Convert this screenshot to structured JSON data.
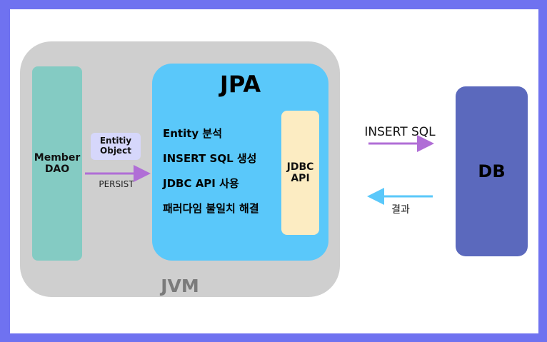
{
  "jvm": {
    "label": "JVM"
  },
  "member_dao": {
    "label_line1": "Member",
    "label_line2": "DAO"
  },
  "entity_object": {
    "label_line1": "Entitiy",
    "label_line2": "Object"
  },
  "persist": {
    "label": "PERSIST"
  },
  "jpa": {
    "title": "JPA",
    "items": [
      "Entity 분석",
      "INSERT SQL 생성",
      "JDBC API 사용",
      "패러다임 불일치 해결"
    ]
  },
  "jdbc_api": {
    "label_line1": "JDBC",
    "label_line2": "API"
  },
  "insert_sql": {
    "label": "INSERT SQL"
  },
  "result": {
    "label": "결과"
  },
  "db": {
    "label": "DB"
  },
  "colors": {
    "frame": "#6f72f0",
    "jvm": "#cfcfcf",
    "member_dao": "#84cbc3",
    "entity_object": "#d6d7fb",
    "jpa": "#5ac8fa",
    "jdbc_api": "#fcecc2",
    "db": "#5b69bd",
    "arrow_purple": "#b06ed6",
    "arrow_blue": "#5ac8fa"
  }
}
